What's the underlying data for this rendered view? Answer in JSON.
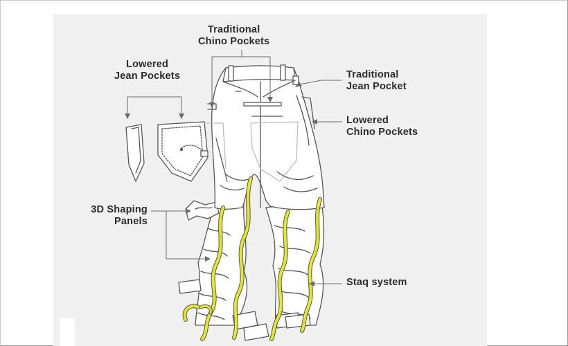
{
  "callouts": {
    "traditional_chino": [
      "Traditional",
      "Chino Pockets"
    ],
    "lowered_jean": [
      "Lowered",
      "Jean Pockets"
    ],
    "traditional_jean": [
      "Traditional",
      "Jean Pocket"
    ],
    "lowered_chino": [
      "Lowered",
      "Chino Pockets"
    ],
    "shaping_panels": [
      "3D Shaping",
      "Panels"
    ],
    "staq_system": "Staq system"
  },
  "colors": {
    "background": "#f0f0f0",
    "line": "#555555",
    "garment_fill": "#ffffff",
    "staq_accent": "#e6e62e",
    "label_text": "#2b2b2b"
  }
}
